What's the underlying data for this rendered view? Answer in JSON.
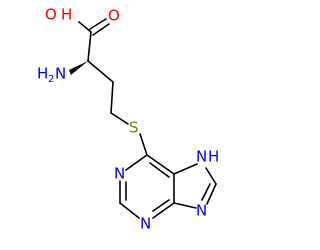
{
  "molecule": {
    "atoms": {
      "o_carbonyl": {
        "text": "O",
        "color": "#ff0000"
      },
      "oh_o": {
        "text": "O",
        "color": "#ff0000"
      },
      "oh_h": {
        "text": "H",
        "color": "#ff0000"
      },
      "amine_h": {
        "text": "H",
        "color": "#0000ff"
      },
      "amine_sub": {
        "text": "2",
        "color": "#0000ff"
      },
      "amine_n": {
        "text": "N",
        "color": "#0000ff"
      },
      "sulfur": {
        "text": "S",
        "color": "#808000"
      },
      "n1": {
        "text": "N",
        "color": "#0000ff"
      },
      "n3": {
        "text": "N",
        "color": "#0000ff"
      },
      "n9": {
        "text": "N",
        "color": "#0000ff"
      },
      "n7_n": {
        "text": "N",
        "color": "#0000ff"
      },
      "n7_h": {
        "text": "H",
        "color": "#0000ff"
      }
    },
    "bond_color": "#000000"
  }
}
